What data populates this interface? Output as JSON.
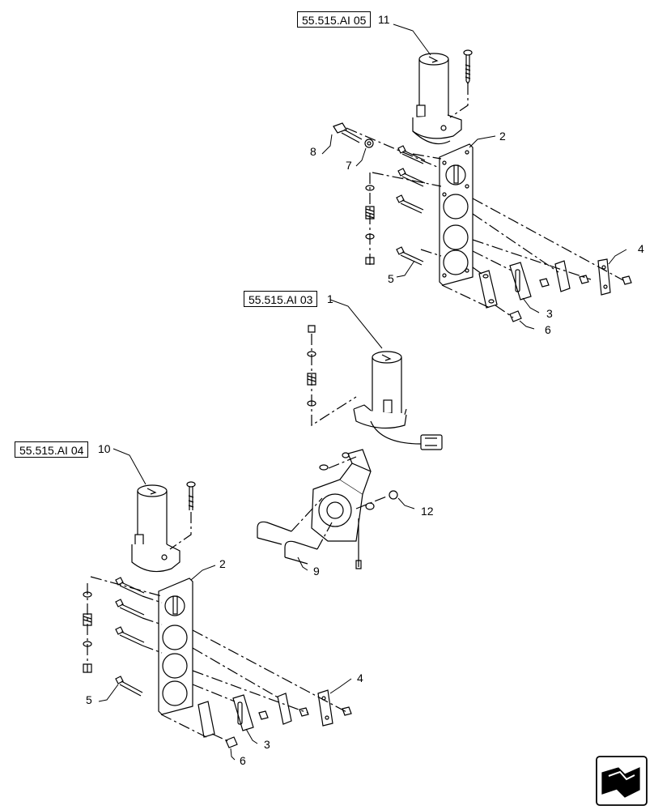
{
  "refs": {
    "top": "55.515.AI 05",
    "middle": "55.515.AI 03",
    "left": "55.515.AI 04"
  },
  "callouts": {
    "c11": "11",
    "c2a": "2",
    "c8": "8",
    "c7": "7",
    "c5a": "5",
    "c4a": "4",
    "c3a": "3",
    "c6a": "6",
    "c1": "1",
    "c12": "12",
    "c9": "9",
    "c10": "10",
    "c2b": "2",
    "c5b": "5",
    "c4b": "4",
    "c3b": "3",
    "c6b": "6"
  },
  "icons": {
    "nav": "next-page-arrow-icon"
  }
}
